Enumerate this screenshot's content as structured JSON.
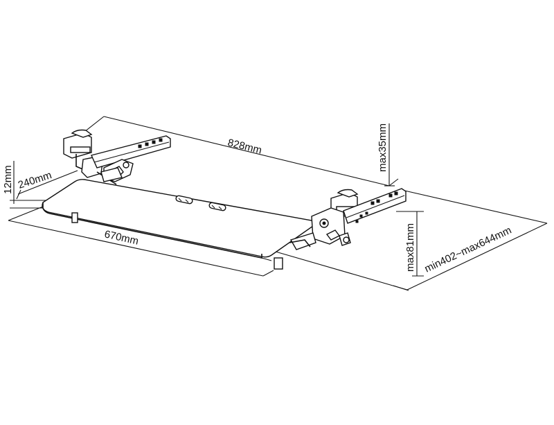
{
  "diagram": {
    "dimensions": {
      "width_total": "828mm",
      "clamp_max": "max35mm",
      "thickness": "12mm",
      "depth": "240mm",
      "tray_width": "670mm",
      "height_max": "max81mm",
      "extension": "min402~max644mm"
    }
  }
}
